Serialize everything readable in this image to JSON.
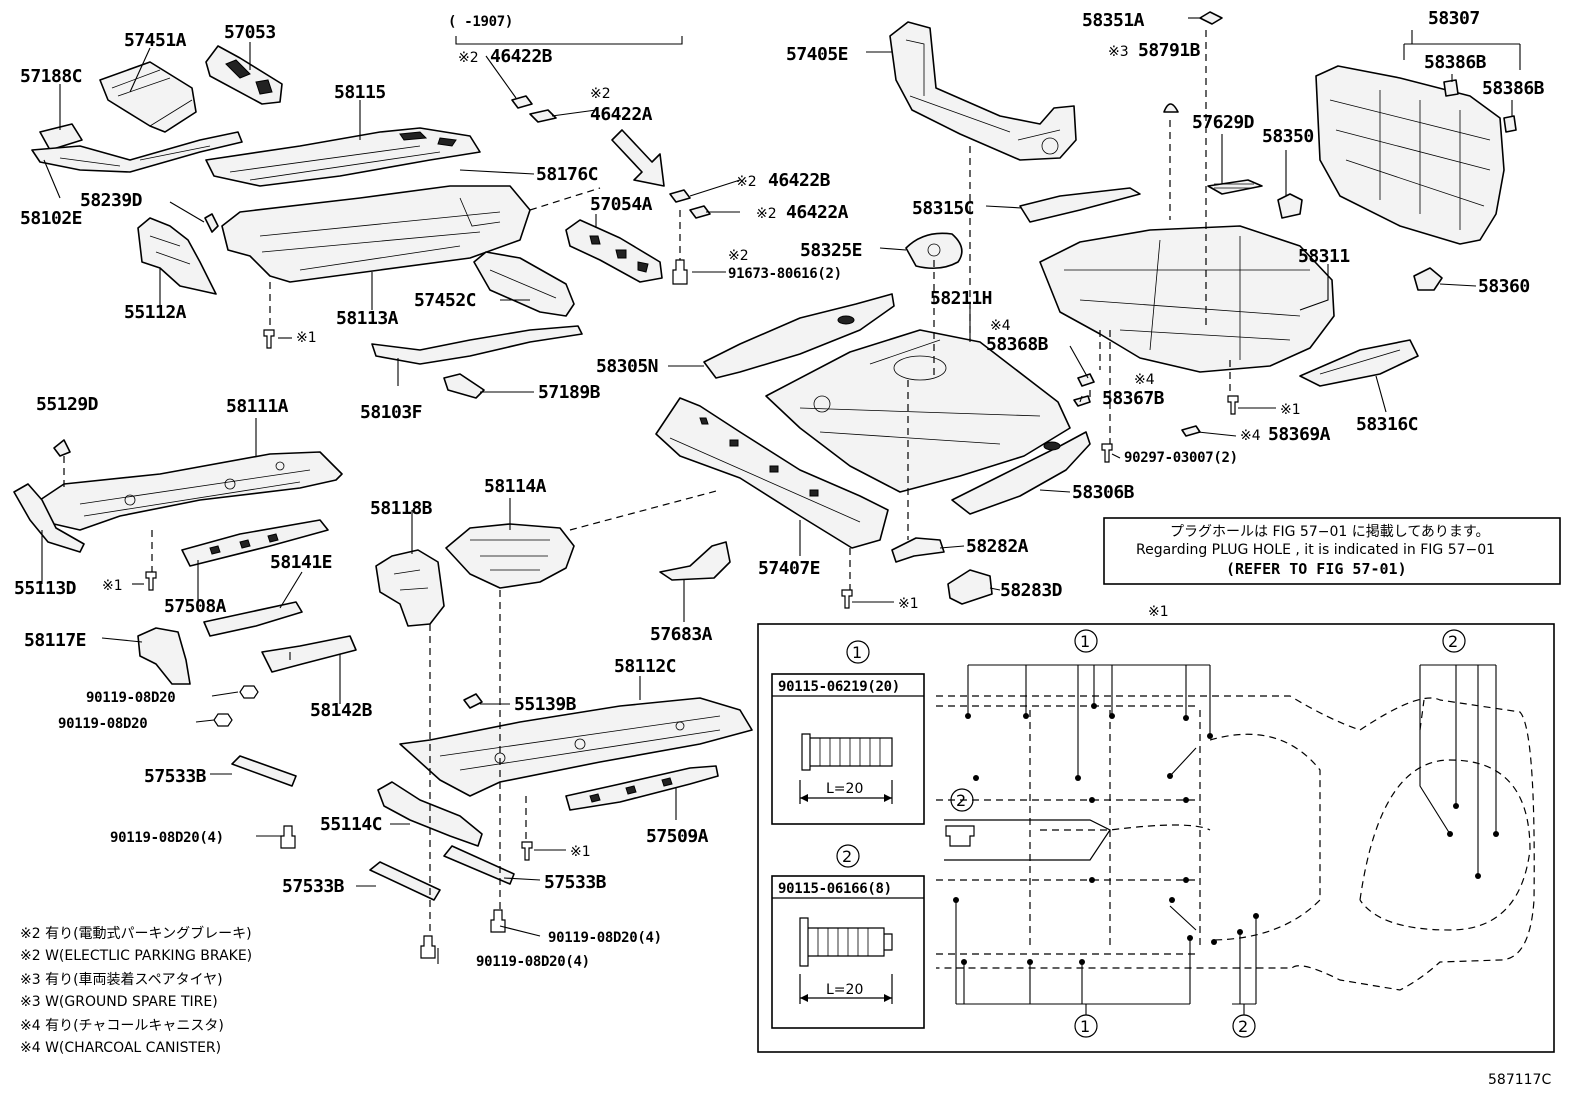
{
  "labels": {
    "p57451A": "57451A",
    "p57053": "57053",
    "p57188C": "57188C",
    "p58115": "58115",
    "p58102E": "58102E",
    "p58239D": "58239D",
    "p58176C": "58176C",
    "p55112A": "55112A",
    "p58113A": "58113A",
    "p57452C": "57452C",
    "p58103F": "58103F",
    "p57189B": "57189B",
    "p55129D": "55129D",
    "p58111A": "58111A",
    "p55113D": "55113D",
    "p57508A": "57508A",
    "p58141E": "58141E",
    "p58118B": "58118B",
    "p58114A": "58114A",
    "p58117E": "58117E",
    "p90119a": "90119-08D20",
    "p90119b": "90119-08D20",
    "p58142B": "58142B",
    "p57533B_a": "57533B",
    "p90119c": "90119-08D20(4)",
    "p55139B": "55139B",
    "p58112C": "58112C",
    "p55114C": "55114C",
    "p57509A": "57509A",
    "p57533B_b": "57533B",
    "p57533B_c": "57533B",
    "p90119d": "90119-08D20(4)",
    "p90119e": "90119-08D20(4)",
    "p57683A": "57683A",
    "p57054A": "57054A",
    "p46422B_a": "46422B",
    "p46422A_a": "46422A",
    "p46422B_b": "46422B",
    "p46422A_b": "46422A",
    "p91673": "91673-80616(2)",
    "date_range": "(    -1907)",
    "p57405E": "57405E",
    "p58315C": "58315C",
    "p58325E": "58325E",
    "p58211H": "58211H",
    "p58305N": "58305N",
    "p57407E": "57407E",
    "p58306B": "58306B",
    "p58282A": "58282A",
    "p58283D": "58283D",
    "p58351A": "58351A",
    "p58791B": "58791B",
    "p57629D": "57629D",
    "p58350": "58350",
    "p58307": "58307",
    "p58386B_a": "58386B",
    "p58386B_b": "58386B",
    "p58311": "58311",
    "p58360": "58360",
    "p58368B": "58368B",
    "p58367B": "58367B",
    "p58369A": "58369A",
    "p58316C": "58316C",
    "p90297": "90297-03007(2)",
    "mark1": "※1",
    "mark2": "※2",
    "mark3": "※3",
    "mark4": "※4"
  },
  "notice": {
    "line1": "プラグホールは FIG 57−01 に掲載してあります。",
    "line2": "Regarding  PLUG  HOLE , it is indicated in FIG  57−01",
    "line3": "(REFER TO FIG 57-01)"
  },
  "legend": [
    "※2 有り(電動式パーキングブレーキ)",
    "※2 W(ELECTLIC PARKING BRAKE)",
    "※3 有り(車両装着スペアタイヤ)",
    "※3 W(GROUND SPARE TIRE)",
    "※4 有り(チャコールキャニスタ)",
    "※4 W(CHARCOAL CANISTER)"
  ],
  "inset": {
    "title": "※1",
    "bolt1": {
      "circle": "1",
      "part": "90115-06219(20)",
      "length": "L=20"
    },
    "bolt2": {
      "circle": "2",
      "part": "90115-06166(8)",
      "length": "L=20"
    },
    "circle1": "1",
    "circle2": "2"
  },
  "figure_id": "587117C"
}
